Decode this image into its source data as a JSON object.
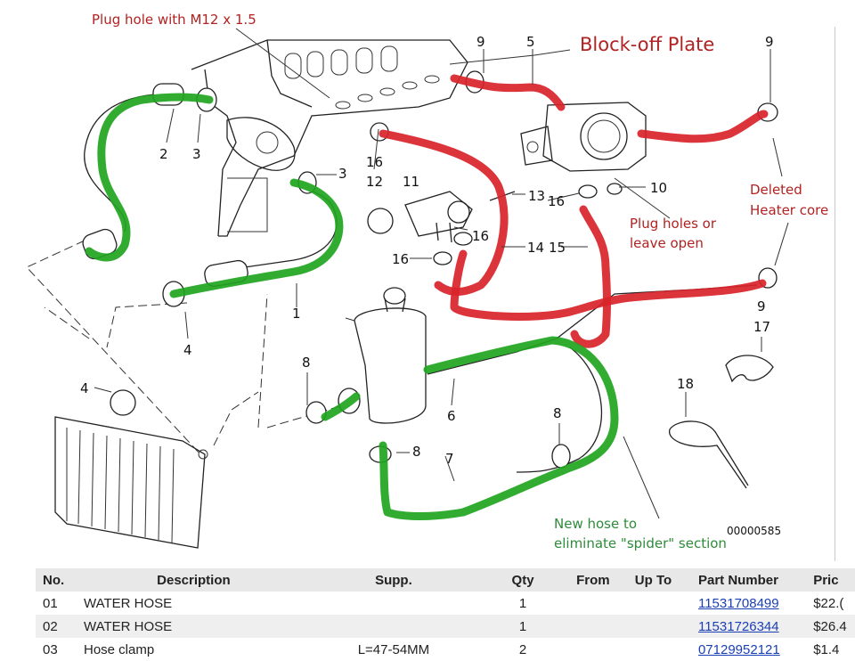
{
  "diagram": {
    "id_code": "00000585",
    "part_labels": [
      "1",
      "2",
      "3",
      "3",
      "4",
      "4",
      "5",
      "6",
      "7",
      "8",
      "8",
      "8",
      "9",
      "9",
      "9",
      "10",
      "11",
      "12",
      "13",
      "14",
      "15",
      "16",
      "16",
      "16",
      "16",
      "17",
      "18"
    ],
    "annotations": {
      "plug_hole": "Plug hole with M12 x 1.5",
      "block_off": "Block-off Plate",
      "deleted_heater_line1": "Deleted",
      "deleted_heater_line2": "Heater core",
      "plug_holes_line1": "Plug holes or",
      "plug_holes_line2": "leave open",
      "new_hose_line1": "New hose to",
      "new_hose_line2": "eliminate \"spider\" section"
    },
    "colors": {
      "removed_hose": "#d9232a",
      "new_hose": "#1fa51f",
      "annotation_red": "#b22222",
      "annotation_green": "#2e8b3a"
    }
  },
  "table": {
    "headers": {
      "no": "No.",
      "description": "Description",
      "supp": "Supp.",
      "qty": "Qty",
      "from": "From",
      "up_to": "Up To",
      "part_number": "Part Number",
      "price": "Pric"
    },
    "rows": [
      {
        "no": "01",
        "description": "WATER HOSE",
        "supp": "",
        "qty": "1",
        "from": "",
        "up_to": "",
        "part_number": "11531708499",
        "price": "$22.("
      },
      {
        "no": "02",
        "description": "WATER HOSE",
        "supp": "",
        "qty": "1",
        "from": "",
        "up_to": "",
        "part_number": "11531726344",
        "price": "$26.4"
      },
      {
        "no": "03",
        "description": "Hose clamp",
        "supp": "L=47-54MM",
        "qty": "2",
        "from": "",
        "up_to": "",
        "part_number": "07129952121",
        "price": "$1.4"
      }
    ]
  }
}
